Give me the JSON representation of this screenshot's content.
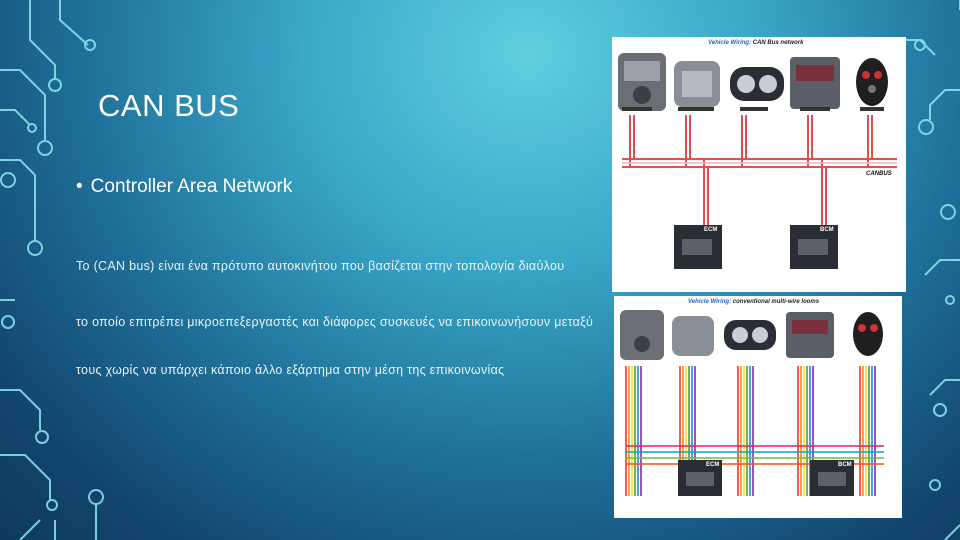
{
  "slide": {
    "title": "CAN BUS",
    "bullet": "Controller Area Network",
    "paragraphs": [
      "Το (CAN bus)  είναι ένα πρότυπο αυτοκινήτου  που βασίζεται στην  τοπολογία διαύλου",
      "το οποίο επιτρέπει μικροεπεξεργαστές και διάφορες συσκευές να επικοινωνήσουν μεταξύ",
      "τους χωρίς να υπάρχει κάποιο άλλο εξάρτημα στην μέση της επικοινωνίας"
    ]
  },
  "diagram_top": {
    "title_prefix": "Vehicle Wiring:",
    "title_rest": " CAN Bus network",
    "bus_label": "CANBUS",
    "ecu_labels": [
      "ECM",
      "BCM"
    ]
  },
  "diagram_bottom": {
    "title_prefix": "Vehicle Wiring:",
    "title_rest": " conventional multi-wire looms",
    "ecu_labels": [
      "ECM",
      "BCM"
    ]
  },
  "colors": {
    "accent": "#ffffff",
    "circuit": "#7fe0ee",
    "bus_wire": "#e05050"
  }
}
